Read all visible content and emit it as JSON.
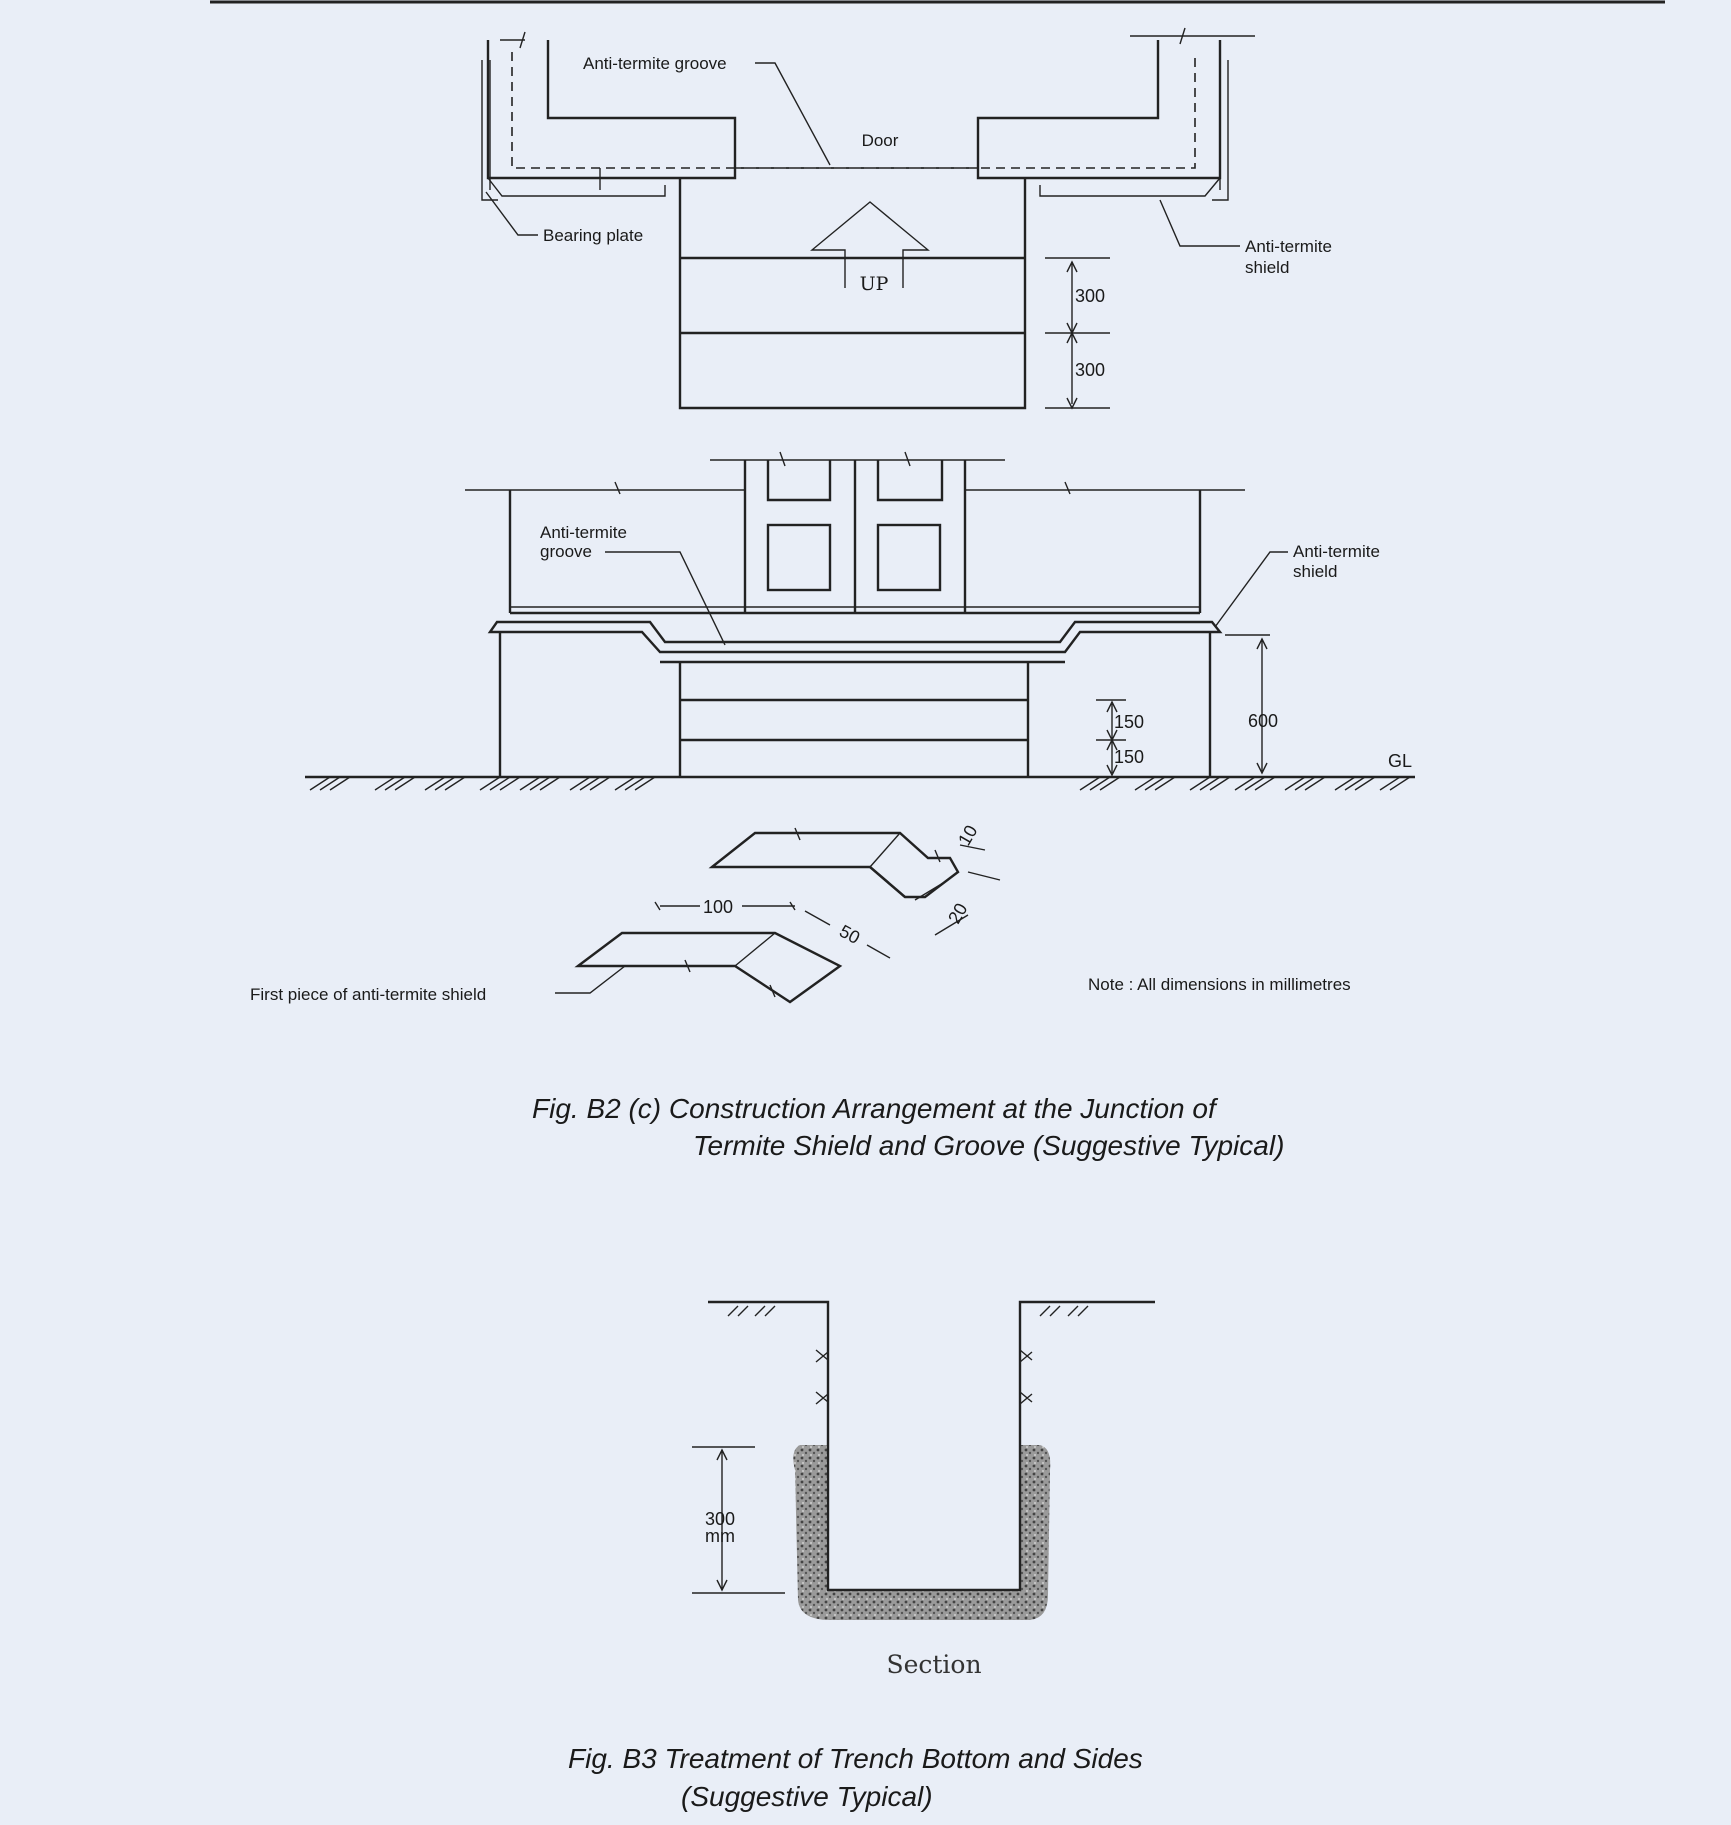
{
  "fig_b2c": {
    "plan": {
      "groove_label": "Anti-termite groove",
      "door_label": "Door",
      "bearing_plate_label": "Bearing plate",
      "shield_label_1": "Anti-termite",
      "shield_label_2": "shield",
      "up_label": "UP",
      "dim_upper": "300",
      "dim_lower": "300"
    },
    "elevation": {
      "groove_label_1": "Anti-termite",
      "groove_label_2": "groove",
      "shield_label_1": "Anti-termite",
      "shield_label_2": "shield",
      "dim_height": "600",
      "dim_step_upper": "150",
      "dim_step_lower": "150",
      "ground_label": "GL"
    },
    "detail": {
      "dim_10": "10",
      "dim_100": "100",
      "dim_50": "50",
      "dim_20": "20",
      "first_piece_label": "First piece of anti-termite shield",
      "note": "Note : All dimensions in millimetres"
    },
    "caption_line_1": "Fig. B2 (c) Construction Arrangement at the Junction of",
    "caption_line_2": "Termite Shield and Groove (Suggestive Typical)"
  },
  "fig_b3": {
    "dim_value": "300",
    "dim_unit": "mm",
    "section_label": "Section",
    "caption_line_1": "Fig. B3 Treatment of Trench Bottom and Sides",
    "caption_line_2": "(Suggestive Typical)"
  },
  "colors": {
    "paper": "#e9eef7",
    "ink": "#222222"
  }
}
